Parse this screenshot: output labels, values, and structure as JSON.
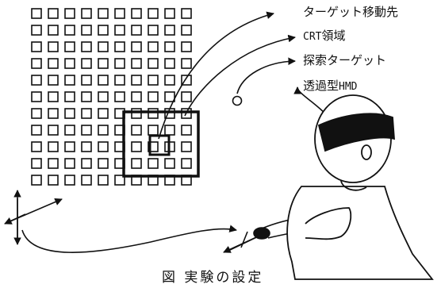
{
  "labels": {
    "target_destination": "ターゲット移動先",
    "crt_region_prefix": "CRT",
    "crt_region_suffix": "領域",
    "search_target": "探索ターゲット",
    "hmd_prefix": "透過型",
    "hmd_suffix": "HMD"
  },
  "caption": "図 実験の設定",
  "grid": {
    "rows": 11,
    "cols": 10
  },
  "colors": {
    "stroke": "#111111",
    "background": "#ffffff"
  },
  "icons": [
    "arrow-cross-icon",
    "hand-mouse-icon",
    "person-hmd-icon"
  ]
}
